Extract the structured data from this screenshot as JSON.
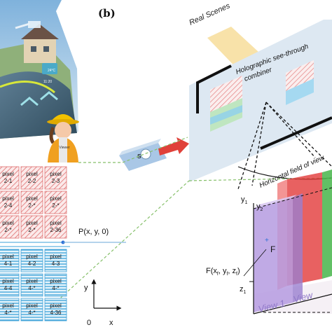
{
  "panel_label": "(b)",
  "labels": {
    "real_scenes": "Real Scenes",
    "combiner_line1": "Holographic see-through",
    "combiner_line2": "combiner",
    "fov": "Horizontal field of view",
    "source": "s",
    "point_p": "P(x, y, 0)",
    "point_f": "F",
    "point_f_coords": "F(x",
    "f_sub_1": "f",
    "f_sep_1": ", y",
    "f_sub_2": "f",
    "f_sep_2": ", z",
    "f_sub_3": "f",
    "f_close": ")",
    "axis_y": "y",
    "axis_x": "x",
    "axis_origin": "0",
    "y1": "y",
    "y1_sub": "1",
    "y2": "y",
    "y2_sub": "2",
    "z1": "z",
    "z1_sub": "1",
    "view1": "View 1",
    "view2": "View"
  },
  "photo": {
    "hud_a": "24°C",
    "hud_b": "11:20",
    "badge": "Viewer"
  },
  "pixel_grid": [
    [
      "pixel 2-1",
      "pixel 2-2",
      "pixel 2-3"
    ],
    [
      "pixel 2-4",
      "pixel 2-*",
      "pixel 2-*"
    ],
    [
      "pixel 2-*",
      "pixel 2-*",
      "pixel 2-36"
    ],
    [
      "pixel 4-1",
      "pixel 4-2",
      "pixel 4-3"
    ],
    [
      "pixel 4-4",
      "pixel 4-*",
      "pixel 4-*"
    ],
    [
      "pixel 4-*",
      "pixel 4-*",
      "pixel 4-36"
    ]
  ],
  "colors": {
    "hatch_red": "#e07070",
    "hatch_blue": "#3aa0d8",
    "combiner_panel": "#dde8f2",
    "source_box": "#a9c7e6",
    "arrow_red": "#e0413a",
    "beam_yellow": "#f7dfa0",
    "view_purple": "#b59be0",
    "view_red": "#e23a3a",
    "view_green": "#46b54a",
    "dashed_green": "#86c06a",
    "view_text": "#8f78c8"
  }
}
